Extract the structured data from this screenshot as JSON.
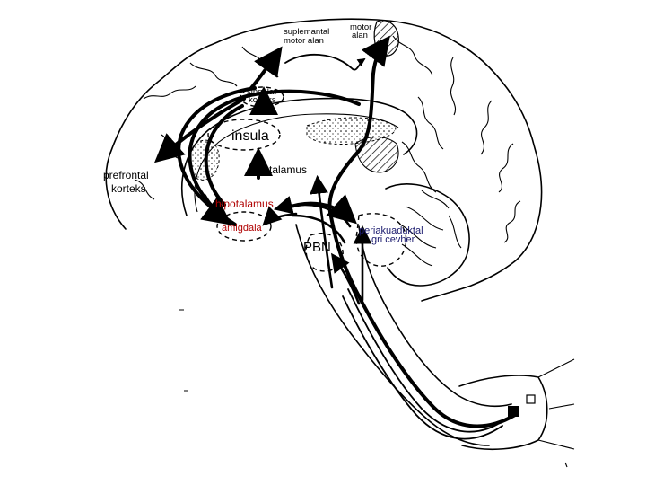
{
  "labels": {
    "supplementary_motor": [
      "suplemantal",
      "motor alan"
    ],
    "motor_area": [
      "motor",
      "alan"
    ],
    "cingulate": [
      "singulat",
      "korteks"
    ],
    "insula": "insula",
    "prefrontal": [
      "prefrontal",
      "korteks"
    ],
    "thalamus": "talamus",
    "hypothalamus": "hipotalamus",
    "amygdala": "amigdala",
    "pbn": "PBN",
    "pag": [
      "periakuaduktal",
      "gri cevher"
    ]
  },
  "colors": {
    "ink": "#000000",
    "red_label": "#b00000",
    "blue_label": "#1a1a6e",
    "background": "#ffffff"
  }
}
